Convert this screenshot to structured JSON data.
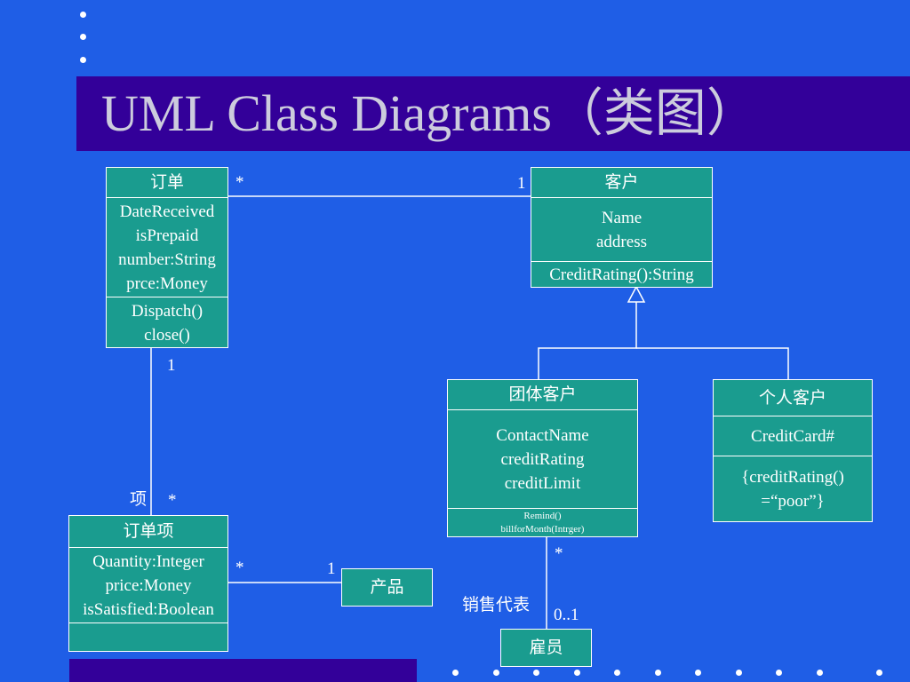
{
  "title": "UML Class Diagrams（类图）",
  "classes": {
    "order": {
      "name": "订单",
      "attributes": [
        "DateReceived",
        "isPrepaid",
        "number:String",
        "prce:Money"
      ],
      "operations": [
        "Dispatch()",
        "close()"
      ]
    },
    "customer": {
      "name": "客户",
      "attributes": [
        "Name",
        "address"
      ],
      "operations": [
        "CreditRating():String"
      ]
    },
    "corporate_customer": {
      "name": "团体客户",
      "attributes": [
        "ContactName",
        "creditRating",
        "creditLimit"
      ],
      "operations": [
        "Remind()",
        "billforMonth(Intrger)"
      ]
    },
    "personal_customer": {
      "name": "个人客户",
      "attributes": [
        "CreditCard#"
      ],
      "operations": [
        "{creditRating()",
        "=“poor”}"
      ]
    },
    "order_line": {
      "name": "订单项",
      "attributes": [
        "Quantity:Integer",
        "price:Money",
        "isSatisfied:Boolean"
      ],
      "operations": []
    },
    "product": {
      "name": "产品"
    },
    "employee": {
      "name": "雇员"
    }
  },
  "associations": {
    "order_customer": {
      "order_end": "*",
      "customer_end": "1"
    },
    "order_orderline": {
      "order_end": "1",
      "role": "项",
      "orderline_end": "*"
    },
    "orderline_product": {
      "orderline_end": "*",
      "product_end": "1"
    },
    "corporate_employee": {
      "corporate_end": "*",
      "role": "销售代表",
      "employee_end": "0..1"
    }
  },
  "colors": {
    "background": "#1f5ee6",
    "band": "#330099",
    "class_fill": "#1a9c8f",
    "title_text": "#ccccdd",
    "line": "#ffffff"
  }
}
